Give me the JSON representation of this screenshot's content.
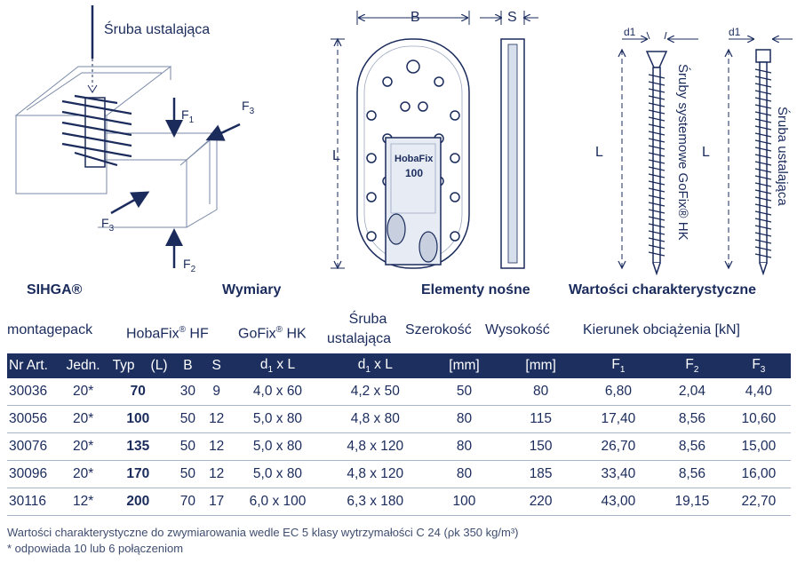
{
  "drawings": {
    "mount_label": "Śruba ustalająca",
    "forces": {
      "f1": "F",
      "f1_sub": "1",
      "f2": "F",
      "f2_sub": "2",
      "f3a": "F",
      "f3a_sub": "3",
      "f3b": "F",
      "f3b_sub": "3"
    },
    "dim_b": "B",
    "dim_s": "S",
    "dim_l": "L",
    "plate_text_1": "HobaFix",
    "plate_text_2": "100",
    "dim_d1_a": "d1",
    "dim_d1_b": "d1",
    "dim_l_screw_a": "L",
    "dim_l_screw_b": "L",
    "screw_label_a": "Śruby systemowe GoFix® HK",
    "screw_label_b": "Śruba ustalająca"
  },
  "sections": {
    "sihga": "SIHGA®",
    "wymiary": "Wymiary",
    "elementy": "Elementy nośne",
    "wartosci": "Wartości charakterystyczne"
  },
  "subheaders": {
    "montagepack": "montagepack",
    "hobafix": "HobaFix",
    "hobafix_suffix": "HF",
    "gofix": "GoFix",
    "gofix_suffix": "HK",
    "sruba_1": "Śruba",
    "sruba_2": "ustalająca",
    "szerokosc": "Szerokość",
    "wysokosc": "Wysokość",
    "kierunek": "Kierunek obciążenia [kN]",
    "reg": "®"
  },
  "table": {
    "headers": {
      "nr": "Nr Art.",
      "jedn": "Jedn.",
      "typ": "Typ",
      "l": "(L)",
      "b": "B",
      "s": "S",
      "d1": "d",
      "d1_sub": "1",
      "d1_tail": " x L",
      "d2": "d",
      "d2_sub": "1",
      "d2_tail": " x L",
      "mm1": "[mm]",
      "mm2": "[mm]",
      "f1": "F",
      "f1_sub": "1",
      "f2": "F",
      "f2_sub": "2",
      "f3": "F",
      "f3_sub": "3"
    },
    "rows": [
      {
        "nr": "30036",
        "jedn": "20*",
        "typ": "70",
        "b": "30",
        "s": "9",
        "gofix": "4,0 x 60",
        "sruba": "4,2 x 50",
        "szer": "50",
        "wys": "80",
        "f1": "6,80",
        "f2": "2,04",
        "f3": "4,40"
      },
      {
        "nr": "30056",
        "jedn": "20*",
        "typ": "100",
        "b": "50",
        "s": "12",
        "gofix": "5,0 x 80",
        "sruba": "4,8 x 80",
        "szer": "80",
        "wys": "115",
        "f1": "17,40",
        "f2": "8,56",
        "f3": "10,60"
      },
      {
        "nr": "30076",
        "jedn": "20*",
        "typ": "135",
        "b": "50",
        "s": "12",
        "gofix": "5,0 x 80",
        "sruba": "4,8 x 120",
        "szer": "80",
        "wys": "150",
        "f1": "26,70",
        "f2": "8,56",
        "f3": "15,00"
      },
      {
        "nr": "30096",
        "jedn": "20*",
        "typ": "170",
        "b": "50",
        "s": "12",
        "gofix": "5,0 x 80",
        "sruba": "4,8 x 120",
        "szer": "80",
        "wys": "185",
        "f1": "33,40",
        "f2": "8,56",
        "f3": "16,00"
      },
      {
        "nr": "30116",
        "jedn": "12*",
        "typ": "200",
        "b": "70",
        "s": "17",
        "gofix": "6,0 x 100",
        "sruba": "6,3 x 180",
        "szer": "100",
        "wys": "220",
        "f1": "43,00",
        "f2": "19,15",
        "f3": "22,70"
      }
    ]
  },
  "notes": {
    "line1": "Wartości charakterystyczne do zwymiarowania wedle EC 5 klasy wytrzymałości C 24 (ρk 350 kg/m³)",
    "line2": "* odpowiada 10 lub 6 połączeniom"
  },
  "colors": {
    "navy": "#1c2f5e",
    "text": "#1a2b5c",
    "white": "#ffffff"
  }
}
